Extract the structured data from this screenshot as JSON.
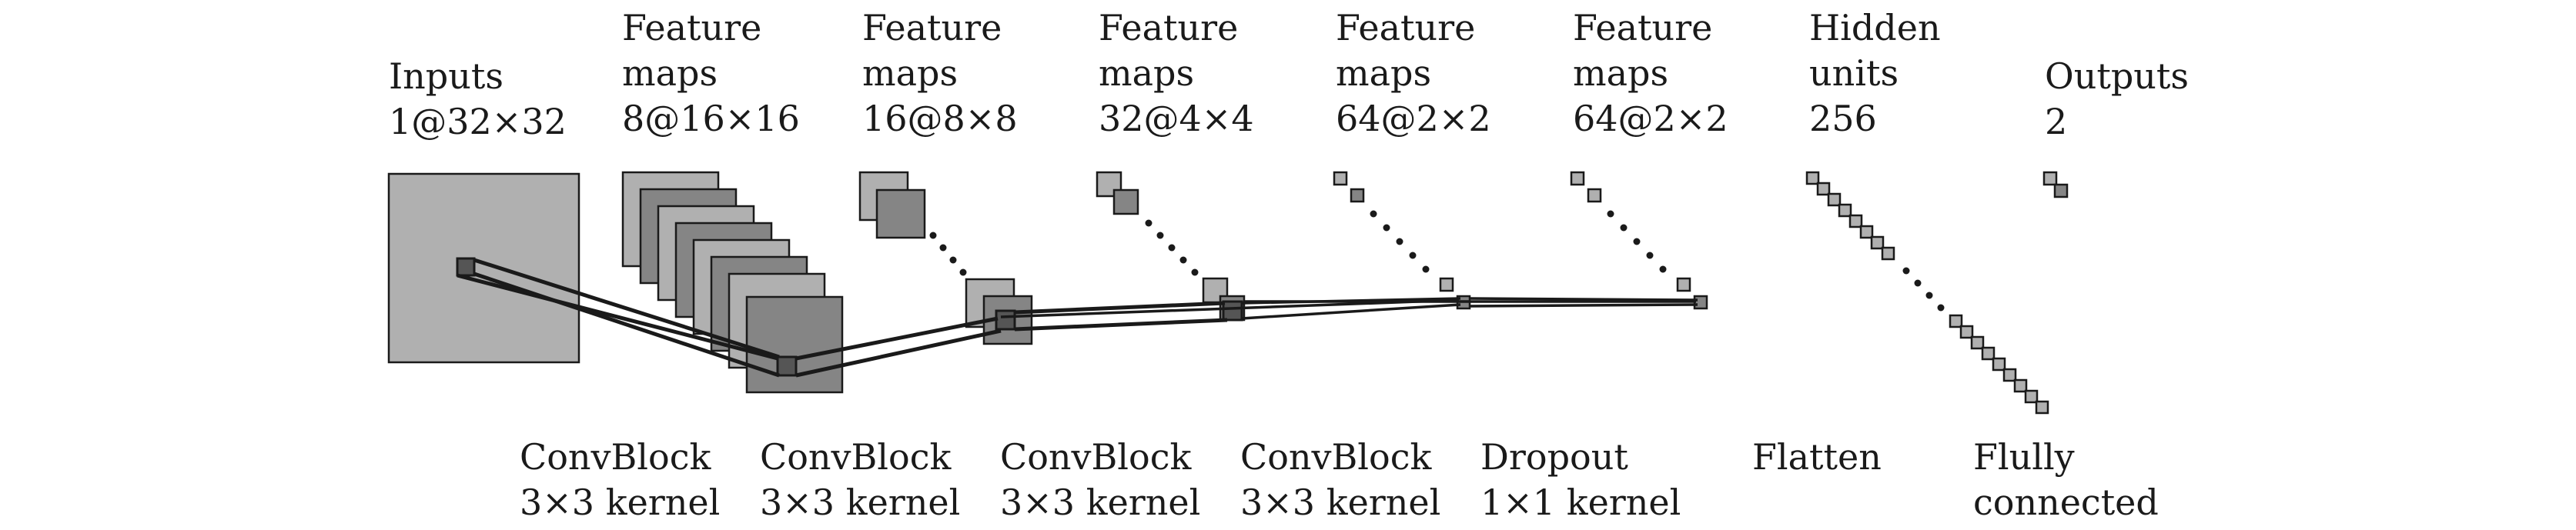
{
  "top_labels": [
    {
      "line1": "Inputs",
      "line2": "1@32×32"
    },
    {
      "line1": "Feature",
      "line2": "maps",
      "line3": "8@16×16"
    },
    {
      "line1": "Feature",
      "line2": "maps",
      "line3": "16@8×8"
    },
    {
      "line1": "Feature",
      "line2": "maps",
      "line3": "32@4×4"
    },
    {
      "line1": "Feature",
      "line2": "maps",
      "line3": "64@2×2"
    },
    {
      "line1": "Feature",
      "line2": "maps",
      "line3": "64@2×2"
    },
    {
      "line1": "Hidden",
      "line2": "units",
      "line3": "256"
    },
    {
      "line1": "Outputs",
      "line2": "2"
    }
  ],
  "bottom_labels": [
    {
      "line1": "ConvBlock",
      "line2": "3×3 kernel"
    },
    {
      "line1": "ConvBlock",
      "line2": "3×3 kernel"
    },
    {
      "line1": "ConvBlock",
      "line2": "3×3 kernel"
    },
    {
      "line1": "ConvBlock",
      "line2": "3×3 kernel"
    },
    {
      "line1": "Dropout",
      "line2": "1×1 kernel"
    },
    {
      "line1": "Flatten"
    },
    {
      "line1": "Flully",
      "line2": "connected"
    }
  ],
  "colors": {
    "light_fill": "#b0b0b0",
    "dark_fill": "#858585",
    "receptive_field": "#555555",
    "stroke": "#1a1a1a"
  }
}
